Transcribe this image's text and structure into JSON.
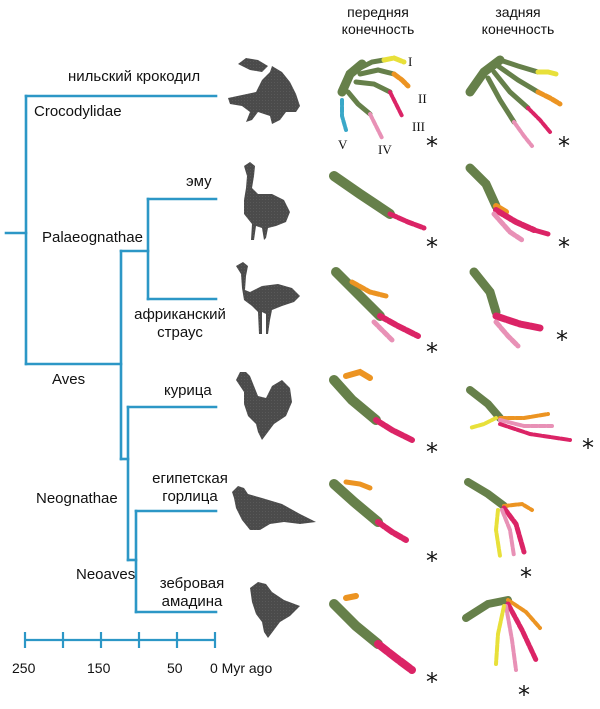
{
  "column_headers": {
    "forelimb": "передняя\nконечность",
    "hindlimb": "задняя\nконечность"
  },
  "taxa": {
    "croc": "нильский крокодил",
    "emu": "эму",
    "ostrich": "африканский\nстраус",
    "chicken": "курица",
    "dove": "египетская\nгорлица",
    "finch": "зебровая\nамадина"
  },
  "clades": {
    "crocodylidae": "Crocodylidae",
    "palaeognathae": "Palaeognathae",
    "aves": "Aves",
    "neognathae": "Neognathae",
    "neoaves": "Neoaves"
  },
  "digits": [
    "I",
    "II",
    "III",
    "IV",
    "V"
  ],
  "asterisk": "*",
  "axis": {
    "ticks": [
      "250",
      "150",
      "50",
      "0 Myr ago"
    ]
  },
  "colors": {
    "tree": "#2c97c6",
    "silhouette": "#4a4a4a",
    "bone": "#66804a",
    "digit_yellow": "#e8e03a",
    "digit_orange": "#ec9422",
    "digit_magenta": "#db2466",
    "digit_pink": "#e891b6",
    "digit_cyan": "#3aa8c8"
  }
}
